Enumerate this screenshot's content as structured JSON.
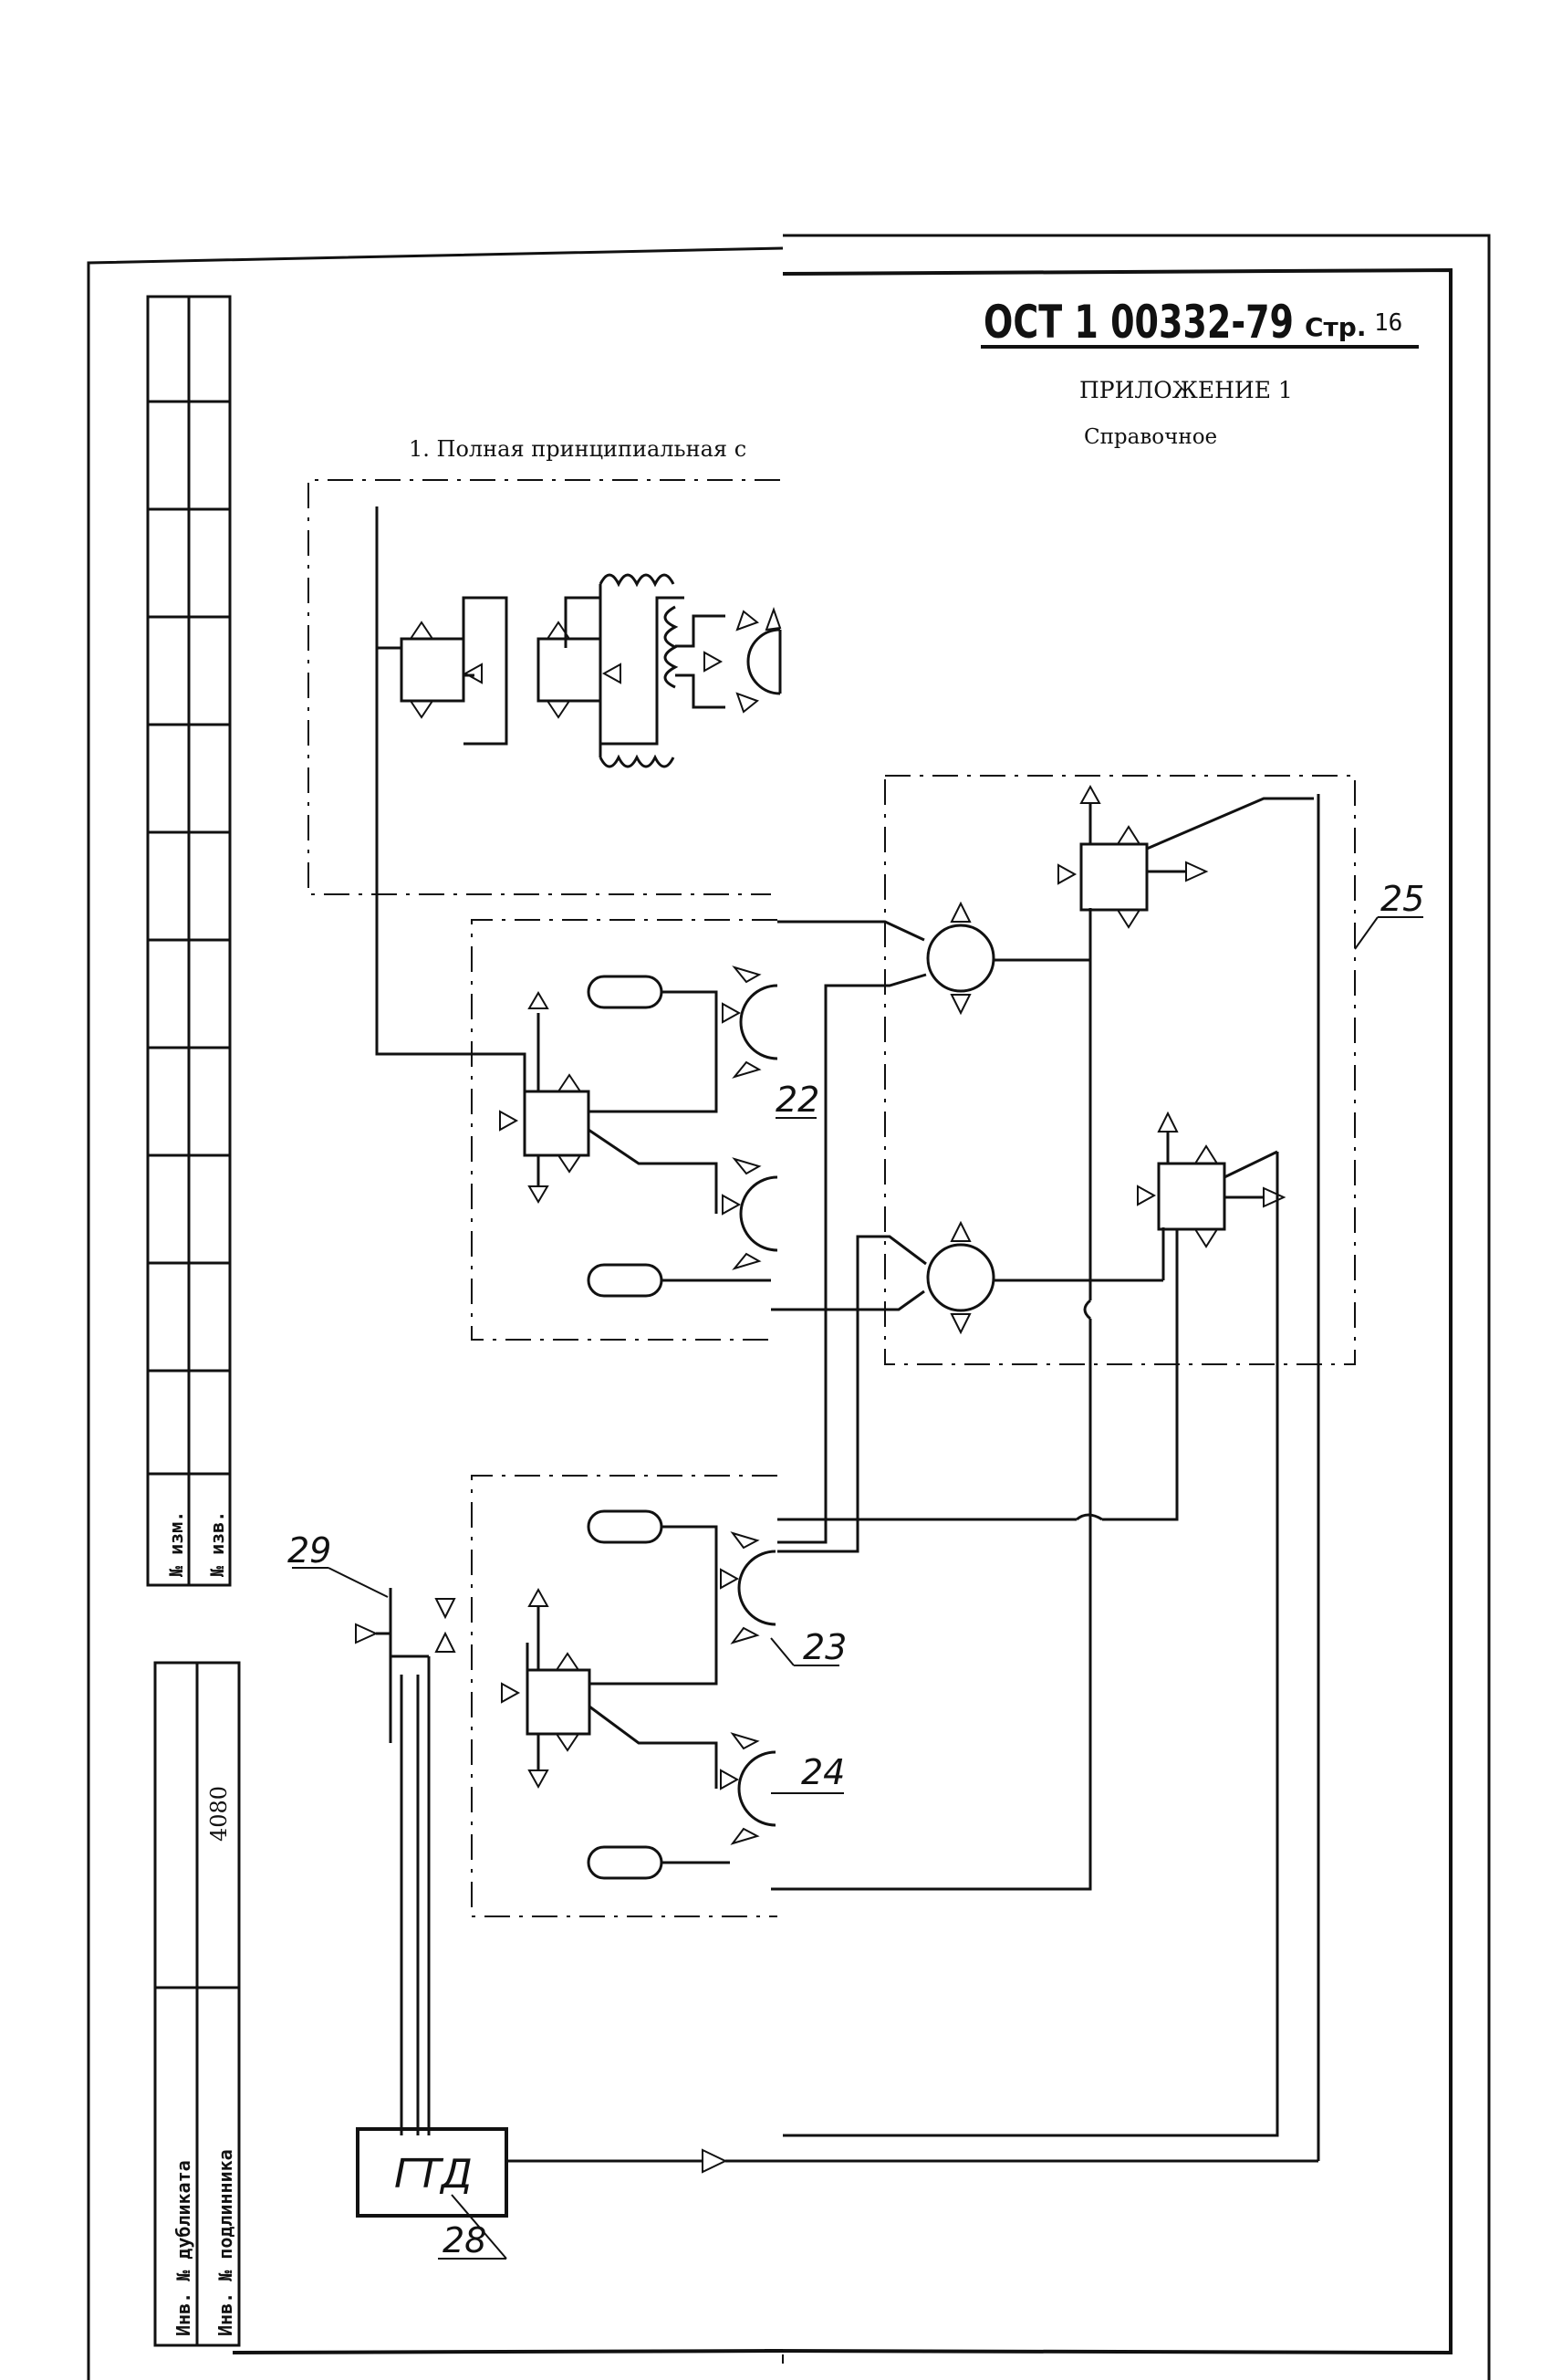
{
  "header": {
    "doc_code": "ОСТ 1 00332-79",
    "page_label": "Стр.",
    "page_number": "16"
  },
  "appendix": {
    "title": "ПРИЛОЖЕНИЕ 1",
    "subtitle": "Справочное"
  },
  "diagram": {
    "caption": "1. Полная принципиальная с",
    "engine_label": "ГТД",
    "callouts": {
      "c22": "22",
      "c23": "23",
      "c24": "24",
      "c25": "25",
      "c28": "28",
      "c29": "29"
    }
  },
  "side_stamp": {
    "rev_no": "№ изм.",
    "notice_no": "№ изв.",
    "dup_inv": "Инв. № дубликата",
    "orig_inv": "Инв. № подлинника",
    "orig_inv_value": "4080"
  }
}
